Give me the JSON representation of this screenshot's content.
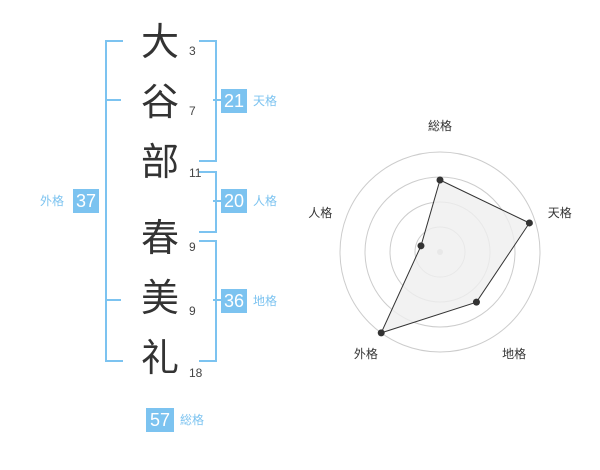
{
  "name": {
    "characters": [
      {
        "char": "大",
        "strokes": "3"
      },
      {
        "char": "谷",
        "strokes": "7"
      },
      {
        "char": "部",
        "strokes": "11"
      },
      {
        "char": "春",
        "strokes": "9"
      },
      {
        "char": "美",
        "strokes": "9"
      },
      {
        "char": "礼",
        "strokes": "18"
      }
    ]
  },
  "scores": {
    "tenkaku": {
      "value": "21",
      "label": "天格"
    },
    "jinkaku": {
      "value": "20",
      "label": "人格"
    },
    "chikaku": {
      "value": "36",
      "label": "地格"
    },
    "gaikaku": {
      "value": "37",
      "label": "外格"
    },
    "soukaku": {
      "value": "57",
      "label": "総格"
    }
  },
  "chart_data": {
    "type": "radar",
    "axes": [
      "総格",
      "天格",
      "地格",
      "外格",
      "人格"
    ],
    "values": [
      3.6,
      4.7,
      3.1,
      5.0,
      1.0
    ],
    "rmax": 5,
    "rings": 4,
    "colors": {
      "fill": "#efefef",
      "line": "#333333",
      "grid": "#cccccc"
    }
  }
}
